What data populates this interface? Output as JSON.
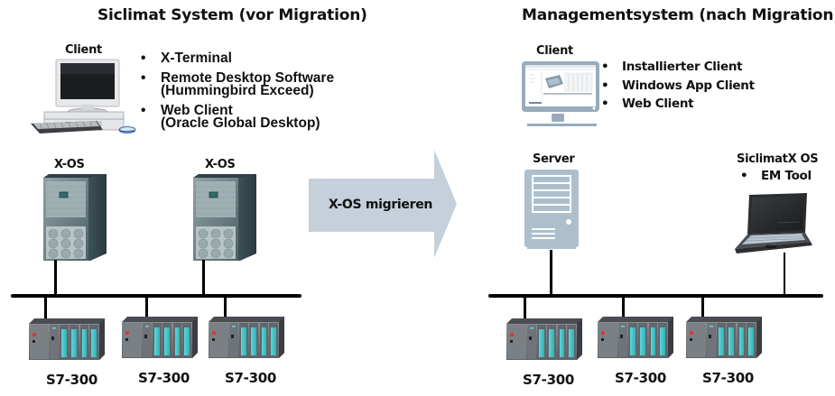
{
  "left": {
    "title": "Siclimat System (vor Migration)",
    "client": {
      "label": "Client",
      "icon": "desktop-pc-icon",
      "options": [
        {
          "line1": "X-Terminal",
          "line2": ""
        },
        {
          "line1": "Remote Desktop Software",
          "line2": "(Hummingbird Exceed)"
        },
        {
          "line1": "Web Client",
          "line2": "(Oracle Global Desktop)"
        }
      ]
    },
    "servers": [
      {
        "label": "X-OS",
        "icon": "tower-server-icon"
      },
      {
        "label": "X-OS",
        "icon": "tower-server-icon"
      }
    ],
    "plcs": [
      {
        "label": "S7-300",
        "icon": "plc-rack-icon"
      },
      {
        "label": "S7-300",
        "icon": "plc-rack-icon"
      },
      {
        "label": "S7-300",
        "icon": "plc-rack-icon"
      }
    ]
  },
  "arrow": {
    "label": "X-OS migrieren",
    "color": "#c5d0db"
  },
  "right": {
    "title": "Managementsystem (nach Migration)",
    "client": {
      "label": "Client",
      "icon": "monitor-icon",
      "options": [
        "Installierter Client",
        "Windows App Client",
        "Web Client"
      ]
    },
    "server": {
      "label": "Server",
      "icon": "server-icon",
      "color": "#adbfcd"
    },
    "engineering": {
      "label": "SiclimatX OS",
      "icon": "laptop-icon",
      "options": [
        "EM Tool"
      ]
    },
    "plcs": [
      {
        "label": "S7-300",
        "icon": "plc-rack-icon"
      },
      {
        "label": "S7-300",
        "icon": "plc-rack-icon"
      },
      {
        "label": "S7-300",
        "icon": "plc-rack-icon"
      }
    ]
  },
  "bullet": "•"
}
